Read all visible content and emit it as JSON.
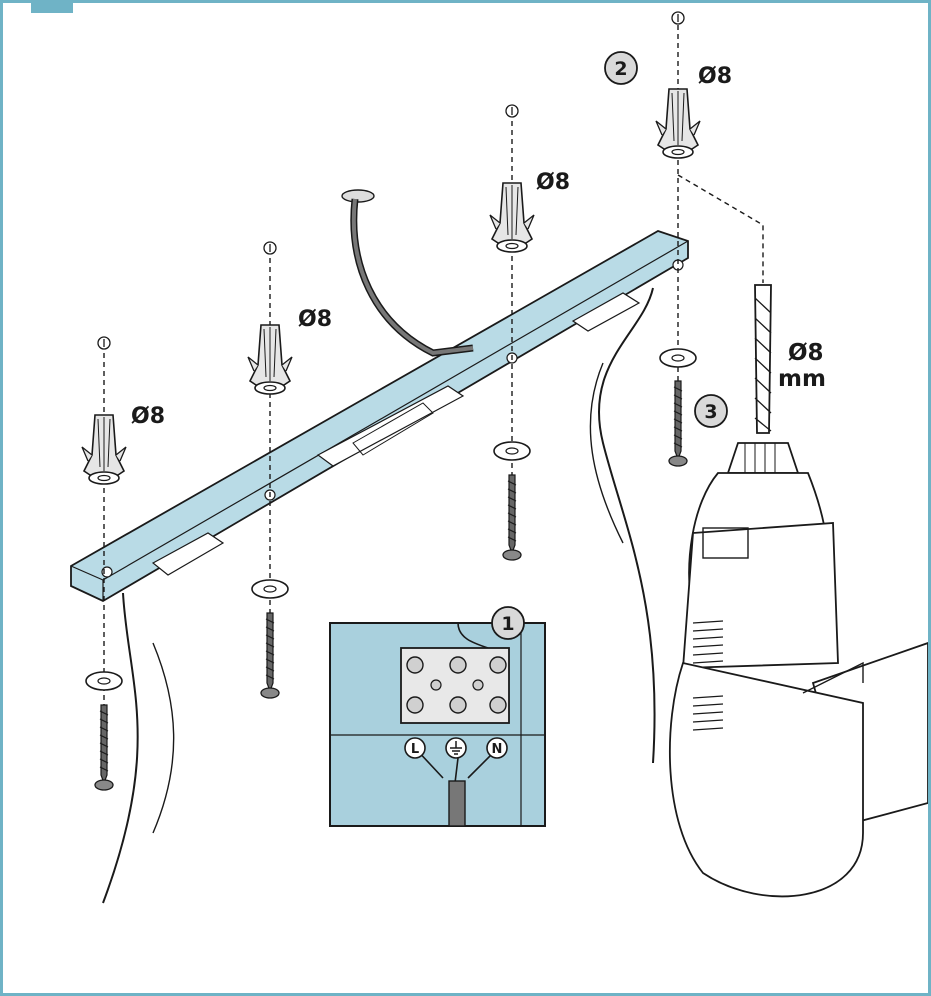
{
  "labels": {
    "dowel_diameter": "Ø8",
    "drill_diameter": "Ø8",
    "drill_unit": "mm"
  },
  "steps": {
    "wiring": "1",
    "dowels": "2",
    "screws": "3"
  },
  "terminals": {
    "live": "L",
    "neutral": "N"
  },
  "colors": {
    "frame": "#6fb3c6",
    "bracket": "#b9dbe6",
    "inset_bg": "#a9d0dd",
    "badge": "#d9d9d9",
    "ink": "#1a1a1a"
  }
}
